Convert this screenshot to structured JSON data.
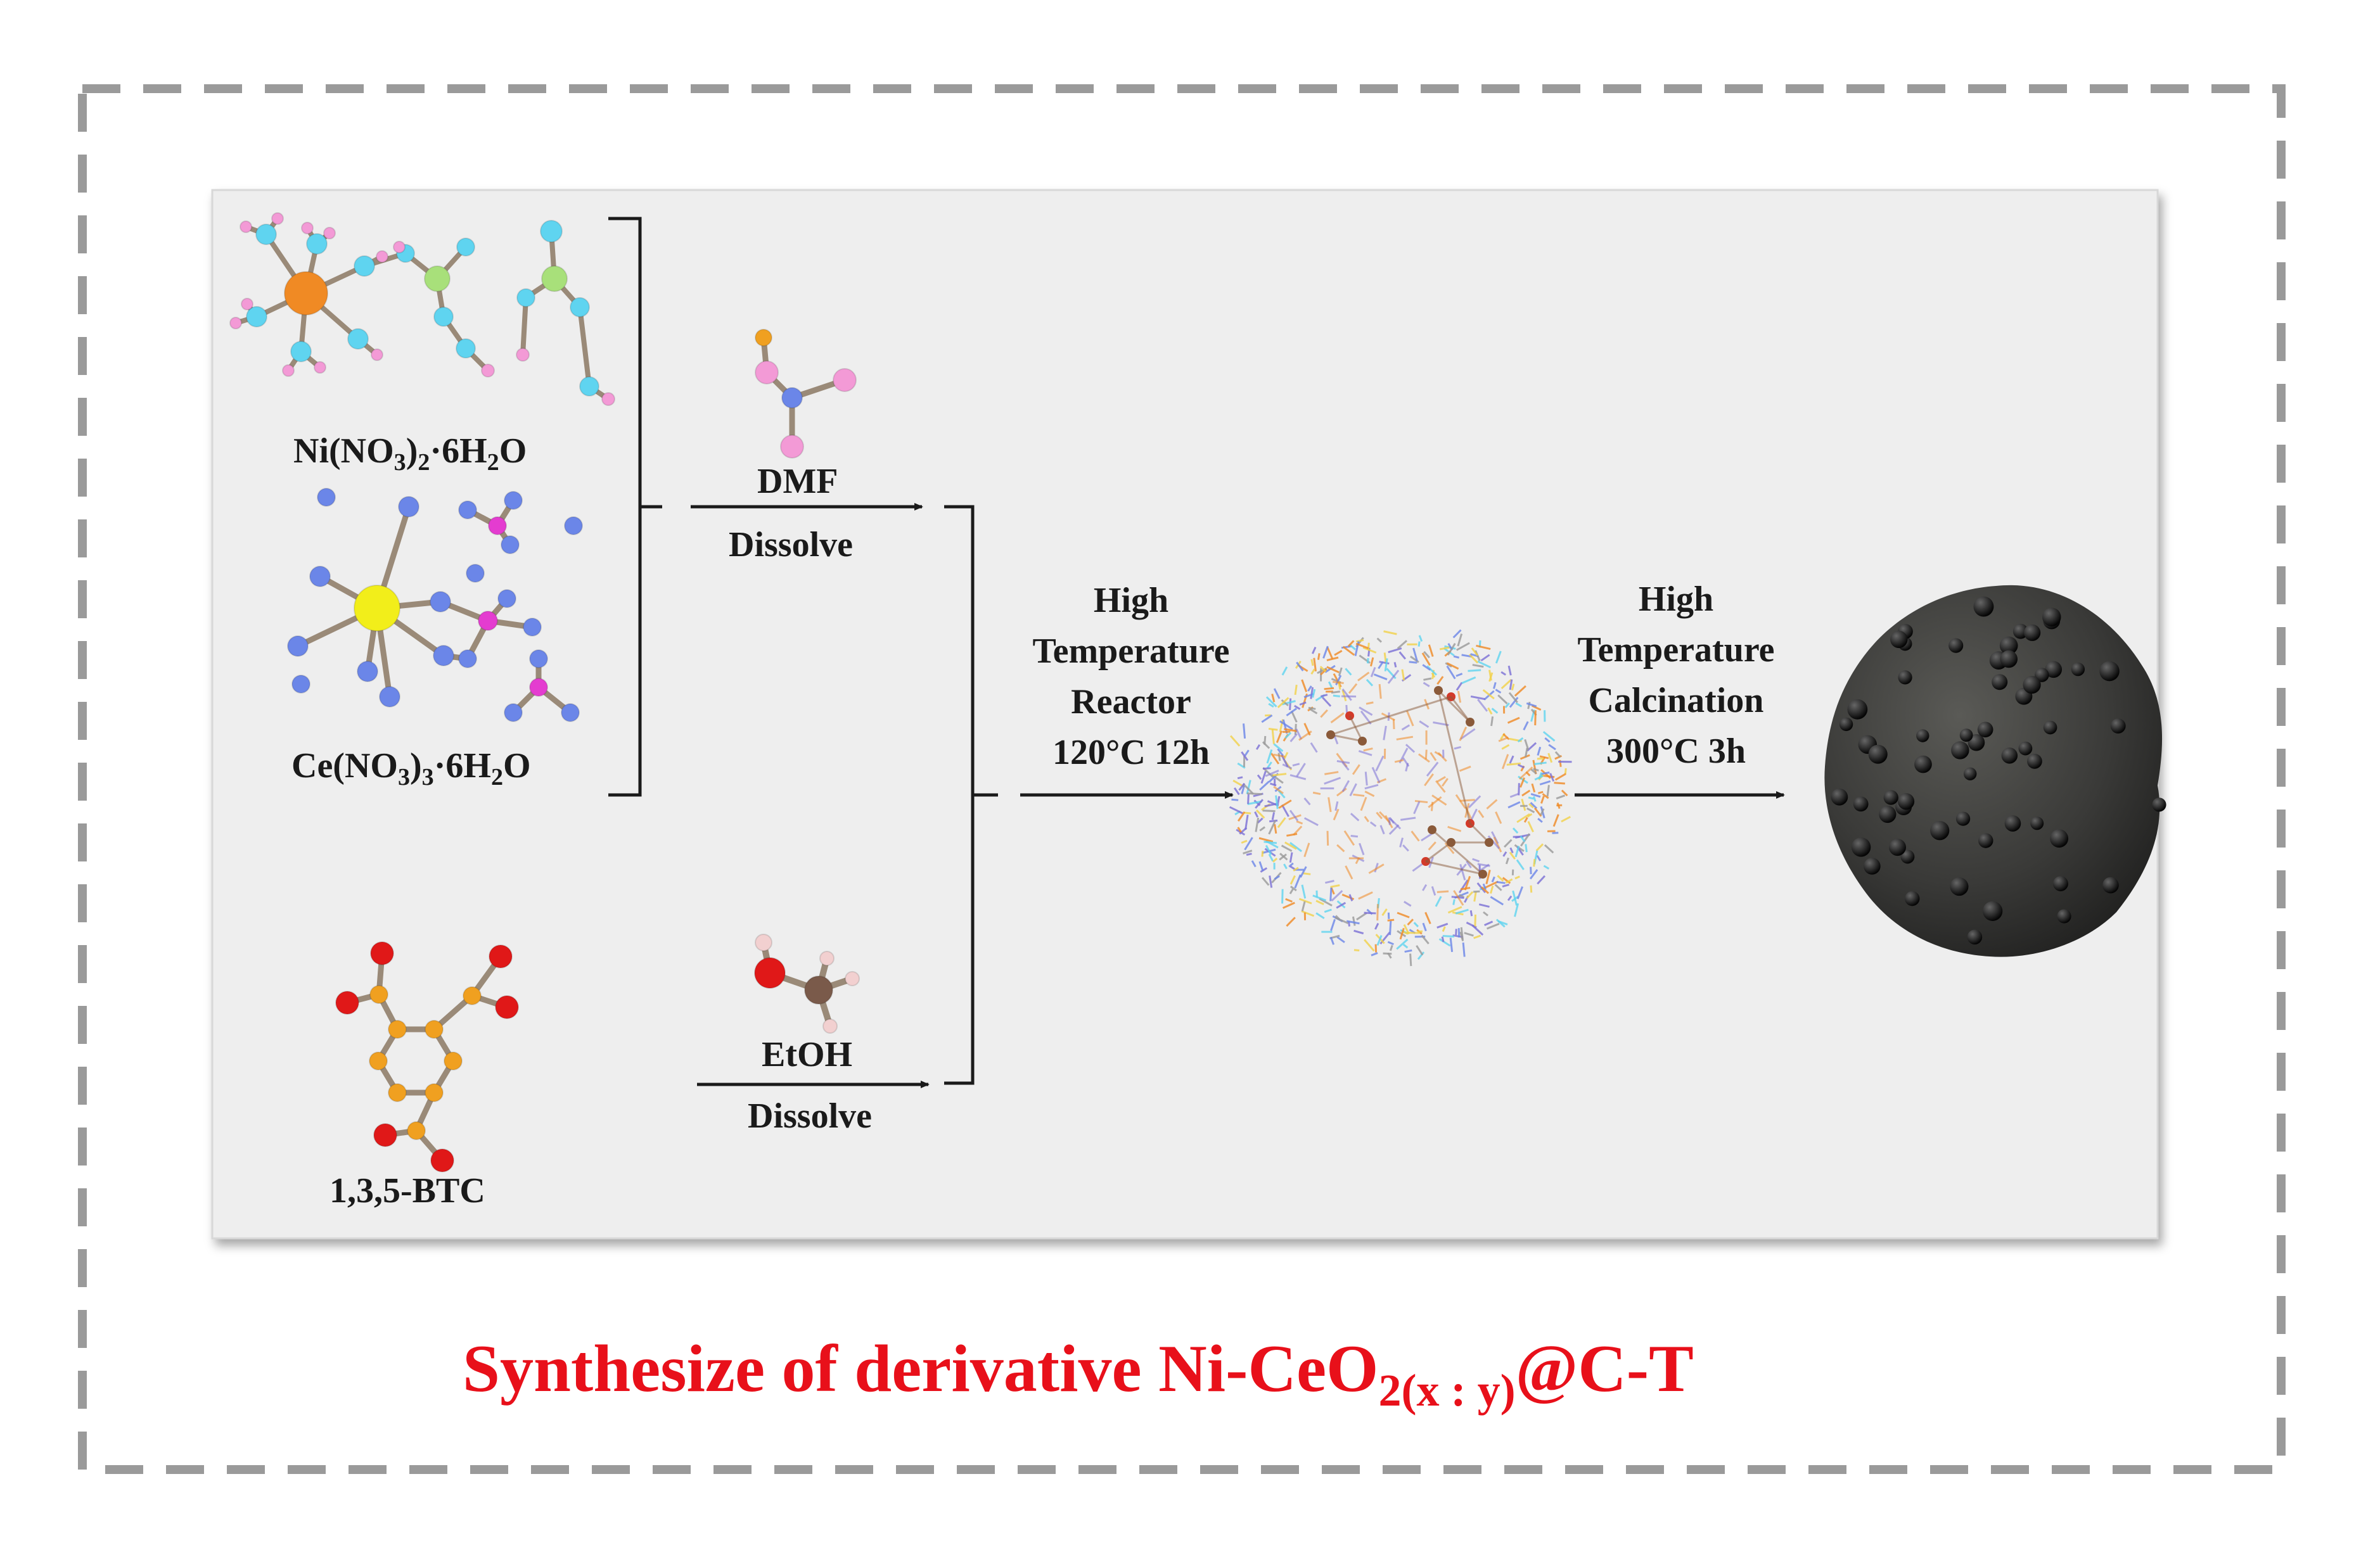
{
  "reactants": {
    "ni_salt": {
      "parts": [
        "Ni(NO",
        "3",
        ")",
        "2",
        "·6H",
        "2",
        "O"
      ]
    },
    "ce_salt": {
      "parts": [
        "Ce(NO",
        "3",
        ")",
        "3",
        "·6H",
        "2",
        "O"
      ]
    },
    "ligand": {
      "label": "1,3,5-BTC"
    }
  },
  "solvents": {
    "dmf": {
      "name": "DMF",
      "action": "Dissolve"
    },
    "etoh": {
      "name": "EtOH",
      "action": "Dissolve"
    }
  },
  "steps": {
    "reactor": {
      "line1": "High",
      "line2": "Temperature",
      "line3": "Reactor",
      "line4": "120°C 12h"
    },
    "calcination": {
      "line1": "High",
      "line2": "Temperature",
      "line3": "Calcination",
      "line4": "300°C 3h"
    }
  },
  "title": {
    "main": "Synthesize of derivative Ni-CeO",
    "sub": "2(x : y)",
    "suffix": "@C-T"
  },
  "colors": {
    "title": "#e8101a",
    "panel": "#eeeeee",
    "border_dash": "#9a9a9a",
    "ni_atom": "#f08a24",
    "ce_atom": "#f2ee1a",
    "nitrogen": "#6b86e8",
    "hydrogen": "#f39ad6",
    "water_o": "#5fd4f0",
    "magenta": "#e43cd0",
    "oxygen": "#e01818",
    "carbon": "#f0a020",
    "bond": "#9a8a78",
    "product": "#3b3b39"
  }
}
